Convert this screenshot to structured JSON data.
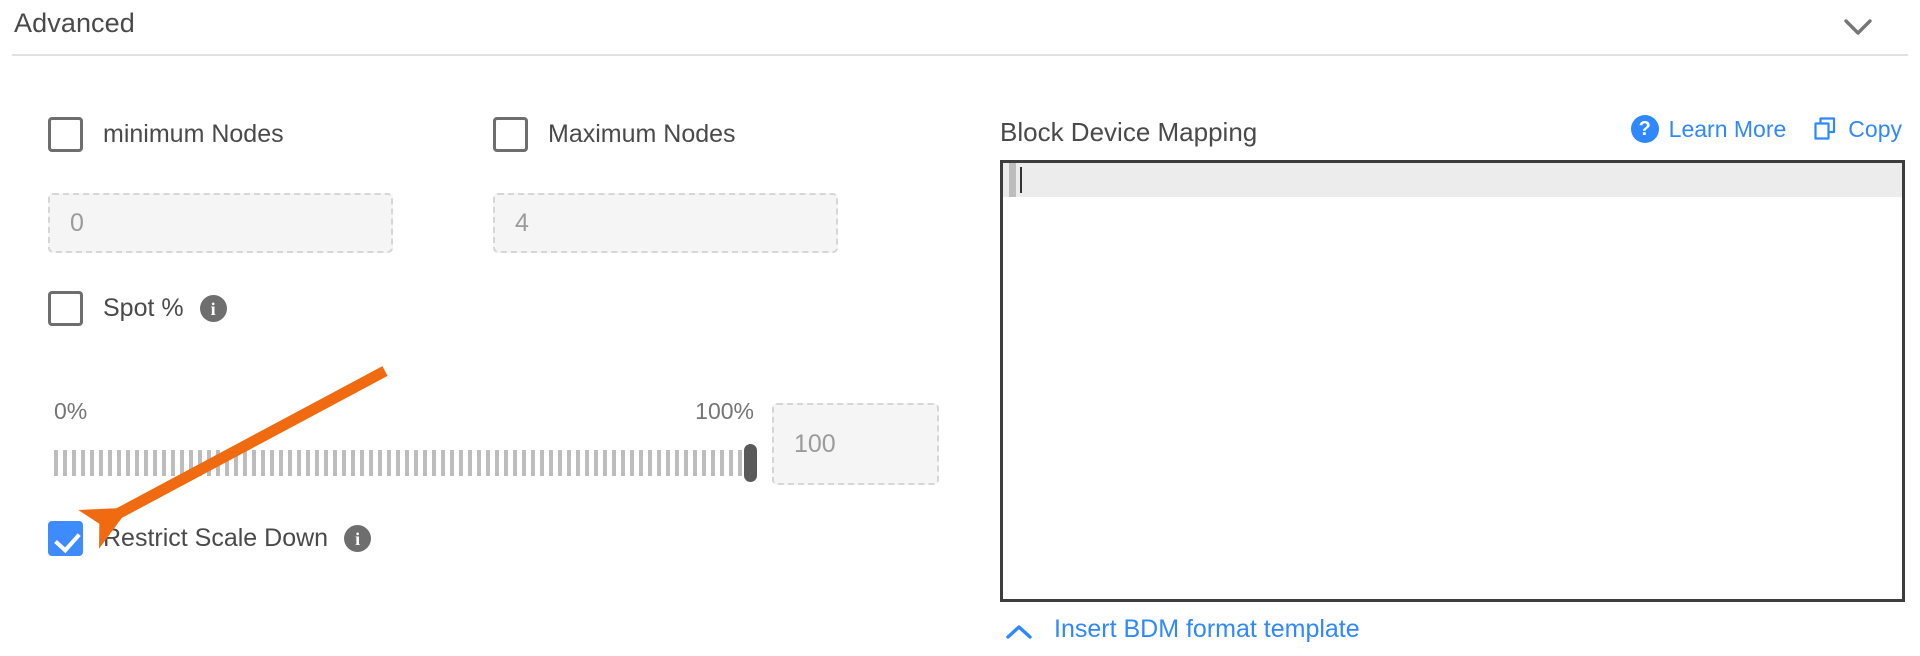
{
  "section": {
    "title": "Advanced",
    "collapse_icon": "chevron-down-icon"
  },
  "left_panel": {
    "min_nodes": {
      "label": "minimum Nodes",
      "checked": false,
      "input_placeholder": "0",
      "input_value": ""
    },
    "max_nodes": {
      "label": "Maximum Nodes",
      "checked": false,
      "input_placeholder": "4",
      "input_value": ""
    },
    "spot": {
      "label": "Spot %",
      "checked": false,
      "info_icon": "info-icon",
      "info_glyph": "i"
    },
    "slider": {
      "min_label": "0%",
      "max_label": "100%",
      "value": 100,
      "value_input_placeholder": "100",
      "value_input_value": ""
    },
    "restrict_scale_down": {
      "label": "Restrict Scale Down",
      "checked": true,
      "info_icon": "info-icon",
      "info_glyph": "i"
    }
  },
  "right_panel": {
    "title": "Block Device Mapping",
    "learn_more": {
      "label": "Learn More",
      "icon": "question-circle-icon",
      "glyph": "?"
    },
    "copy": {
      "label": "Copy",
      "icon": "copy-icon"
    },
    "editor": {
      "content": "",
      "active_line": 1
    },
    "footer_link": {
      "label": "Insert BDM format template",
      "icon": "chevron-up-icon"
    }
  },
  "colors": {
    "accent_blue": "#2f88ff",
    "checkbox_blue": "#3d8bfd",
    "annotation_orange": "#f06a10",
    "text_gray": "#4a4a4a",
    "muted_gray": "#9b9b9b",
    "border_gray": "#6e6e6e"
  },
  "annotation": {
    "type": "arrow",
    "color": "#f06a10",
    "points_to": "restrict-scale-down-checkbox"
  }
}
